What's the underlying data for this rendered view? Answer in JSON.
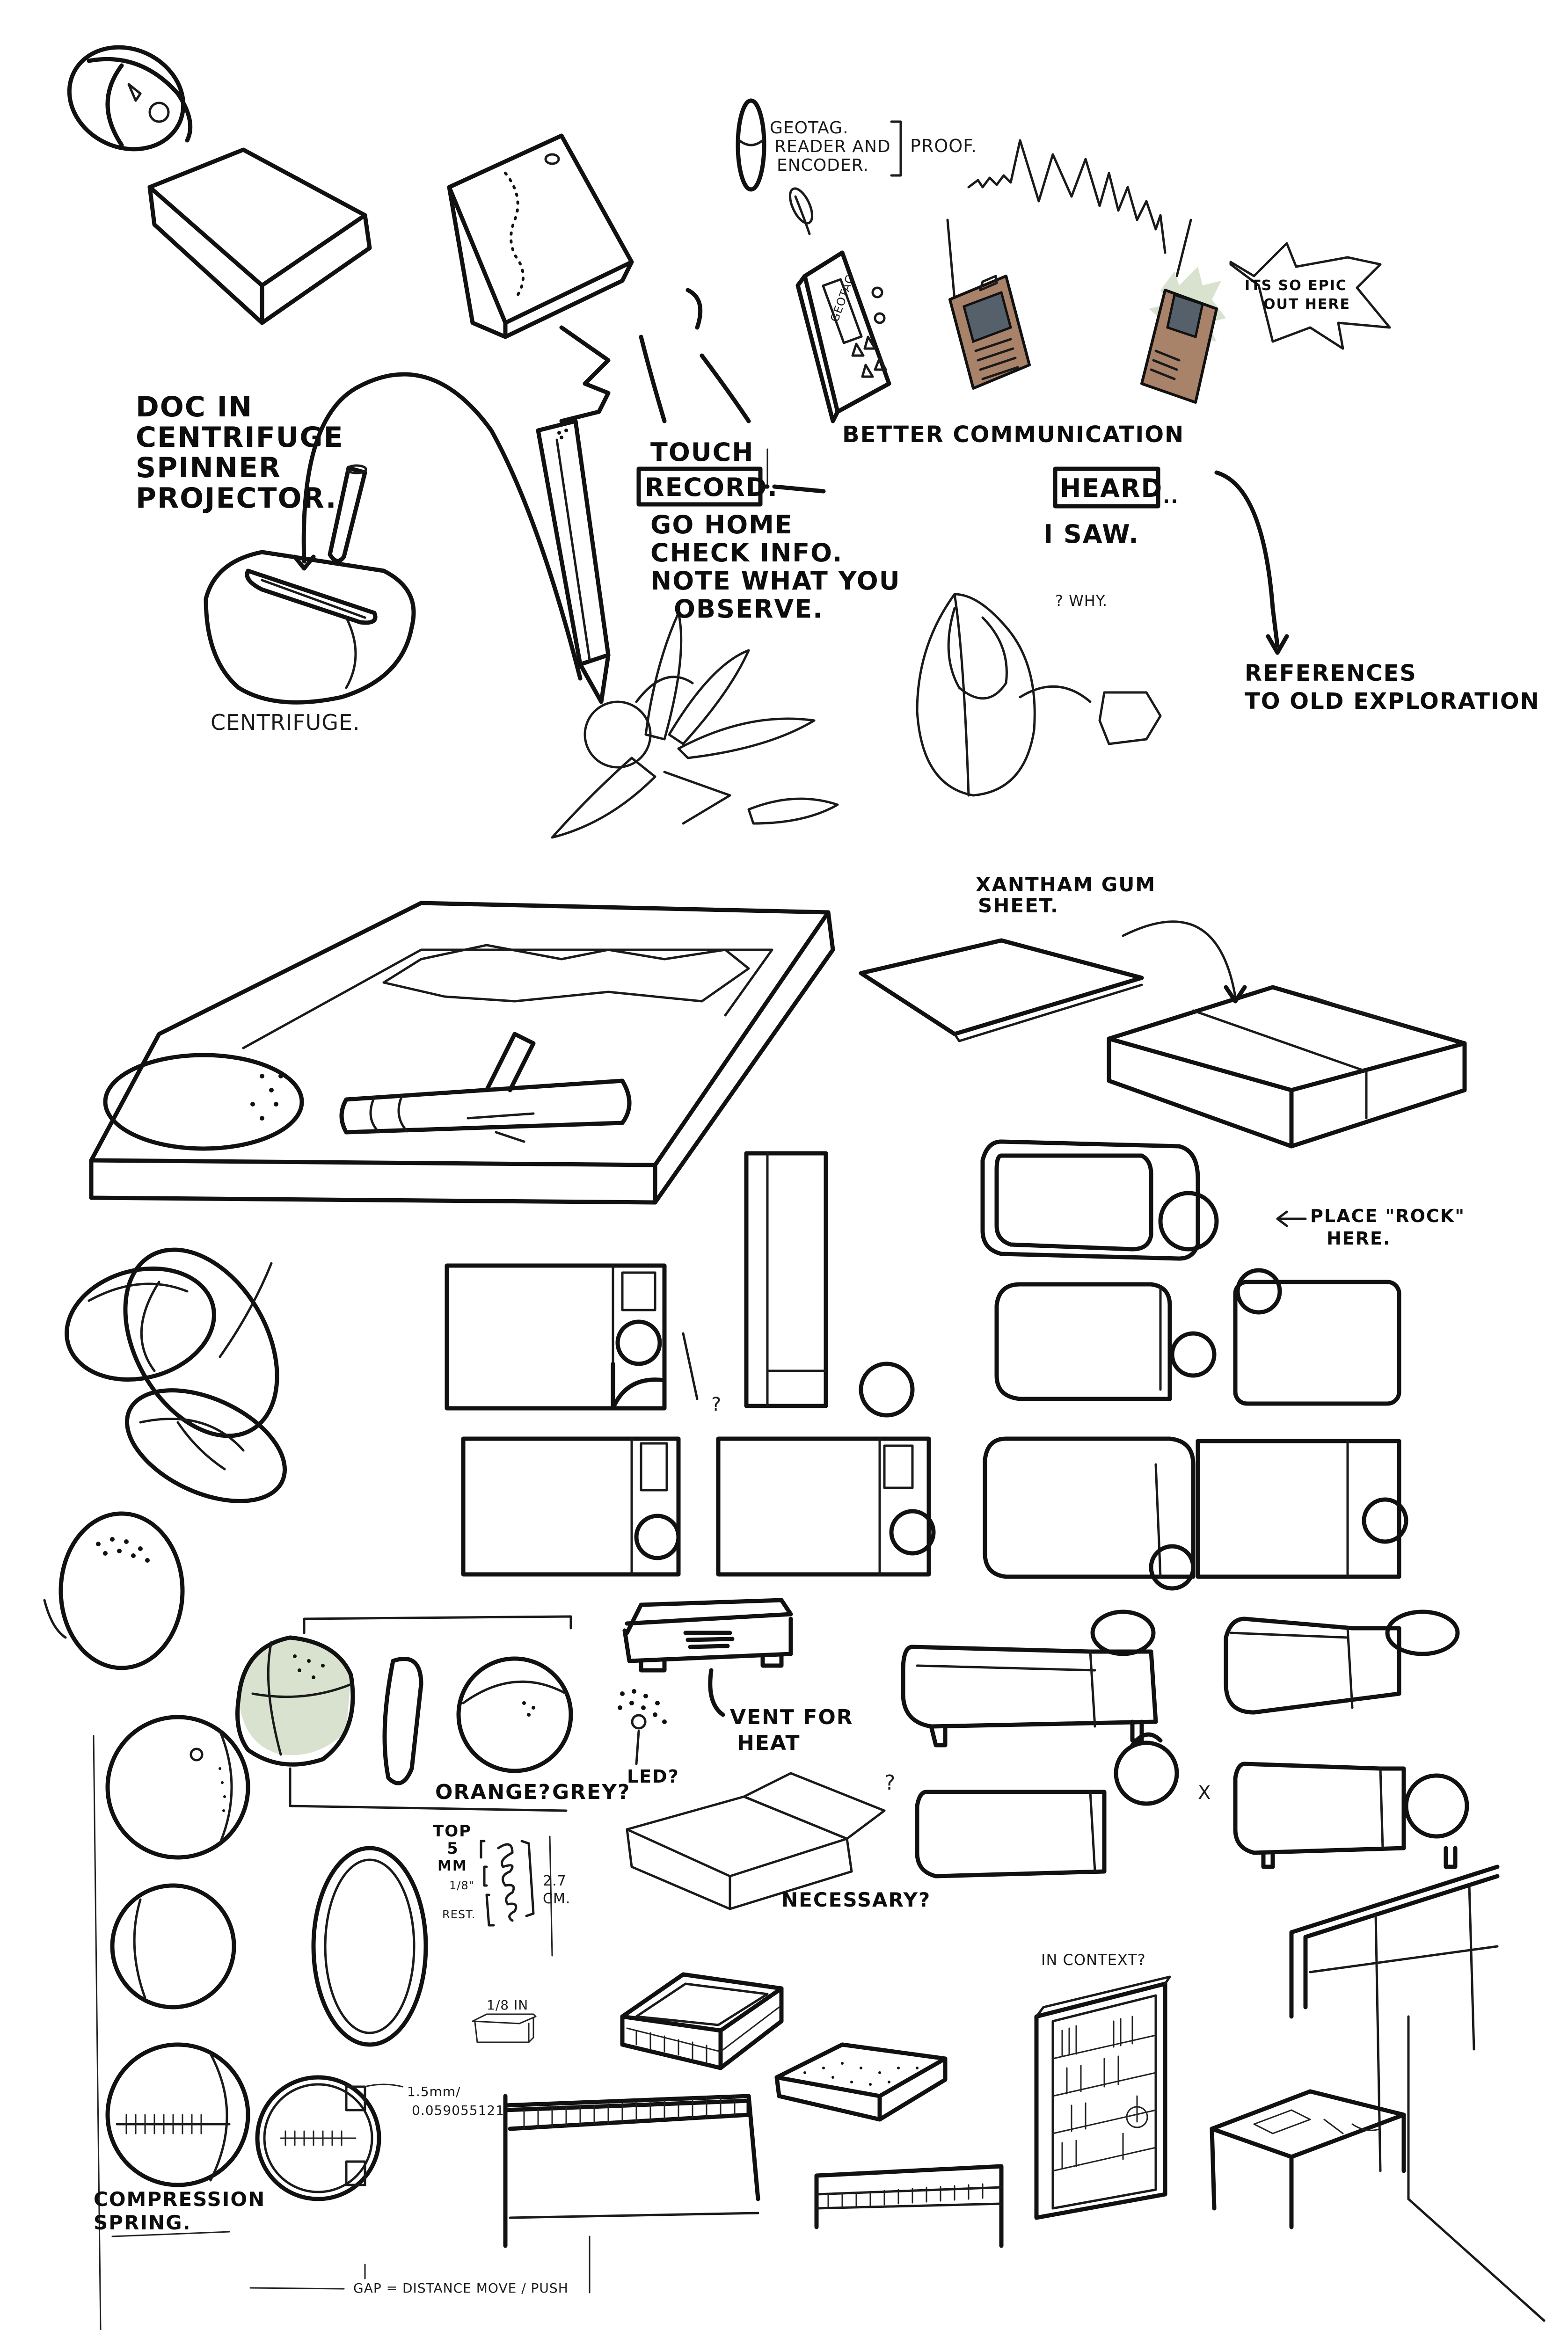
{
  "page": {
    "type": "concept sketch sheet",
    "ink_color": "#111111",
    "paper_color": "#ffffff",
    "marker_colors": {
      "wood": "#a9826a",
      "screen": "#55606b",
      "sage": "#d8e2cf"
    }
  },
  "notes": {
    "geotag": [
      "GEOTAG.",
      "READER AND",
      "ENCODER."
    ],
    "proof": "PROOF.",
    "epic_bubble": [
      "ITS SO EPIC",
      "OUT HERE"
    ],
    "device_label": "GEOTAG",
    "doc_in_centrifuge": [
      "DOC IN",
      "CENTRIFUGE",
      "SPINNER",
      "PROJECTOR."
    ],
    "centrifuge": "CENTRIFUGE.",
    "better_communication": "BETTER COMMUNICATION",
    "touch": "TOUCH",
    "record": "RECORD.",
    "record_steps": [
      "GO HOME",
      "CHECK INFO.",
      "NOTE WHAT YOU",
      "OBSERVE."
    ],
    "heard": "HEARD",
    "heard_trail": "..",
    "i_saw": "I SAW.",
    "why": "? WHY.",
    "references": [
      "REFERENCES",
      "TO OLD EXPLORATION"
    ],
    "sheet_note": [
      "XANTHAM GUM",
      "SHEET."
    ],
    "place_rock": [
      "PLACE \"ROCK\"",
      "HERE."
    ],
    "question_mark_1": "?",
    "orange_grey": [
      "ORANGE?",
      "GREY?"
    ],
    "led": "LED?",
    "vent_for_heat": [
      "VENT FOR",
      "HEAT"
    ],
    "question_mark_2": "?",
    "necessary": "NECESSARY?",
    "x_mark": "X",
    "spring_dims": {
      "top": "TOP",
      "five": "5",
      "mm": "MM",
      "eighth": "1/8\"",
      "rest": "REST.",
      "length": "2.7",
      "unit": "CM."
    },
    "box_dim": "1/8 IN",
    "wire_dim": [
      "1.5mm/",
      "0.059055121"
    ],
    "compression": [
      "COMPRESSION",
      "SPRING."
    ],
    "gap_note": "GAP = DISTANCE MOVE / PUSH",
    "in_context": "IN CONTEXT?"
  }
}
